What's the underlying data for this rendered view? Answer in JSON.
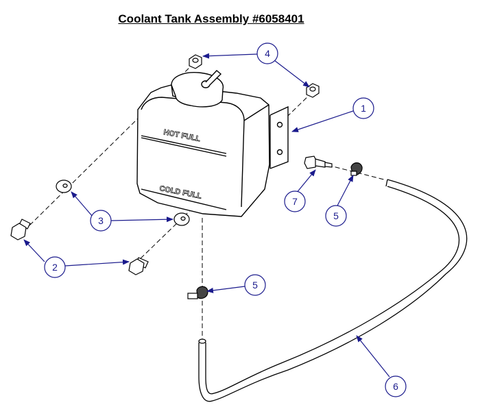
{
  "title": "Coolant Tank Assembly #6058401",
  "tank": {
    "hot_label": "HOT FULL",
    "cold_label": "COLD FULL"
  },
  "callouts": [
    {
      "id": "callout-1",
      "number": "1"
    },
    {
      "id": "callout-2",
      "number": "2"
    },
    {
      "id": "callout-3",
      "number": "3"
    },
    {
      "id": "callout-4",
      "number": "4"
    },
    {
      "id": "callout-5a",
      "number": "5"
    },
    {
      "id": "callout-5b",
      "number": "5"
    },
    {
      "id": "callout-6",
      "number": "6"
    },
    {
      "id": "callout-7",
      "number": "7"
    }
  ],
  "colors": {
    "callout": "#1a1a8c",
    "line": "#000000"
  }
}
